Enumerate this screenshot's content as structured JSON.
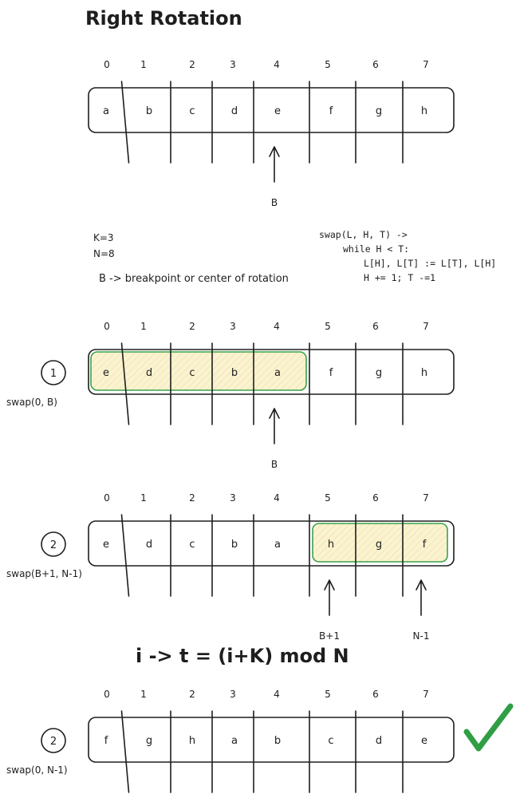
{
  "title": "Right Rotation",
  "indices": [
    "0",
    "1",
    "2",
    "3",
    "4",
    "5",
    "6",
    "7"
  ],
  "arrays": [
    {
      "cells": [
        "a",
        "b",
        "c",
        "d",
        "e",
        "f",
        "g",
        "h"
      ]
    },
    {
      "cells": [
        "e",
        "d",
        "c",
        "b",
        "a",
        "f",
        "g",
        "h"
      ],
      "highlight": [
        0,
        4
      ],
      "step": "1",
      "op": "swap(0, B)"
    },
    {
      "cells": [
        "e",
        "d",
        "c",
        "b",
        "a",
        "h",
        "g",
        "f"
      ],
      "highlight": [
        5,
        7
      ],
      "step": "2",
      "op": "swap(B+1, N-1)"
    },
    {
      "cells": [
        "f",
        "g",
        "h",
        "a",
        "b",
        "c",
        "d",
        "e"
      ],
      "step": "2",
      "op": "swap(0, N-1)"
    }
  ],
  "pointers": [
    {
      "array": 0,
      "index": 4,
      "label": "B"
    },
    {
      "array": 1,
      "index": 4,
      "label": "B"
    },
    {
      "array": 2,
      "index": 5,
      "label": "B+1"
    },
    {
      "array": 2,
      "index": 7,
      "label": "N-1"
    }
  ],
  "params": {
    "k": "K=3",
    "n": "N=8"
  },
  "legend": "B -> breakpoint or center of rotation",
  "code": [
    "swap(L, H, T) ->",
    "while H < T:",
    "L[H], L[T] := L[T], L[H]",
    "H += 1; T -=1"
  ],
  "formula": "i -> t = (i+K) mod N",
  "colors": {
    "ink": "#1e1e1e",
    "highlight_fill": "#fbf3d0",
    "highlight_stroke": "#3aa34a",
    "check": "#2f9e44"
  },
  "check_icon": "check-mark-icon"
}
